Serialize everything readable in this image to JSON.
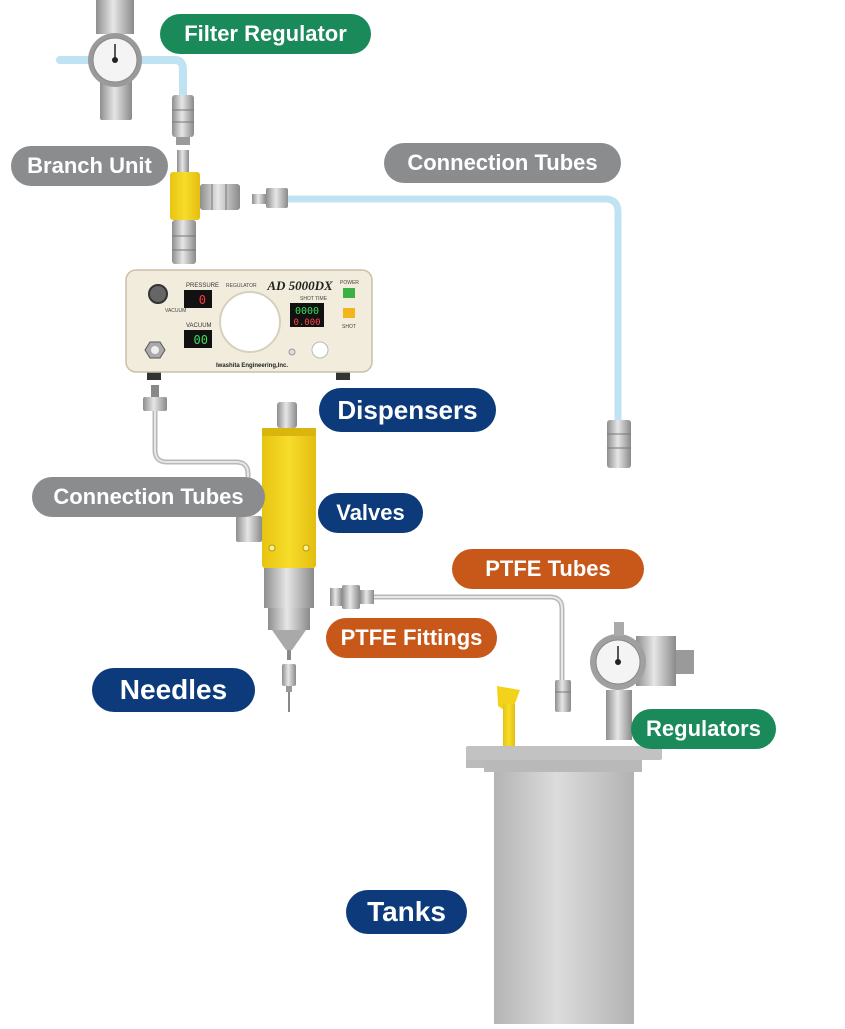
{
  "labels": {
    "filter_regulator": "Filter Regulator",
    "branch_unit": "Branch Unit",
    "connection_tubes_top": "Connection Tubes",
    "dispensers": "Dispensers",
    "connection_tubes_left": "Connection Tubes",
    "valves": "Valves",
    "ptfe_tubes": "PTFE Tubes",
    "ptfe_fittings": "PTFE Fittings",
    "needles": "Needles",
    "regulators": "Regulators",
    "tanks": "Tanks"
  },
  "dispenser_panel": {
    "model": "AD 5000DX",
    "pressure_label": "PRESSURE",
    "pressure_value": "0",
    "vacuum_label": "VACUUM",
    "vacuum_value": "00",
    "regulator_label": "REGULATOR",
    "shot_time_label": "SHOT TIME",
    "shot_time_value_1": "0000",
    "shot_time_value_2": "0.000",
    "power_label": "POWER",
    "shot_label": "SHOT",
    "brand": "Iwashita Engineering,Inc."
  },
  "colors": {
    "green": "#1a8a5a",
    "gray": "#8a8c8e",
    "navy": "#0d3a7a",
    "orange": "#c8581a",
    "tube_blue": "#bfe3f3",
    "brass_yellow": "#f2d21b",
    "tank_gray": "#c9c9c9"
  }
}
